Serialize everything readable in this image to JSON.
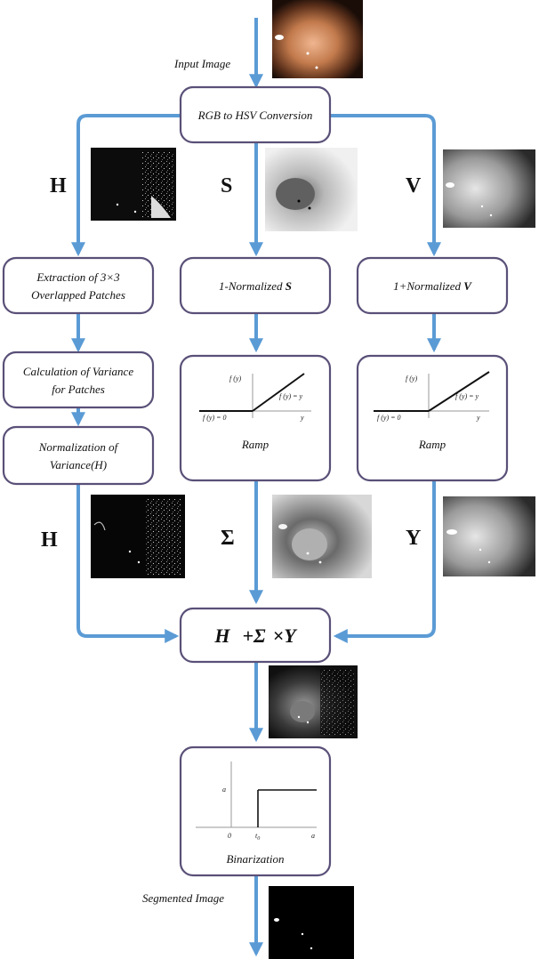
{
  "input_label": "Input Image",
  "rgb_hsv": "RGB to HSV Conversion",
  "channels": {
    "h": "H",
    "s": "S",
    "v": "V"
  },
  "h_branch": {
    "extract_line1": "Extraction of 3×3",
    "extract_line2": "Overlapped Patches",
    "variance_line1": "Calculation of Variance",
    "variance_line2": "for Patches",
    "norm_line1": "Normalization of",
    "norm_line2": "Variance(H)",
    "out": "H"
  },
  "s_branch": {
    "norm_prefix": "1-Normalized ",
    "norm_var": "S",
    "ramp": "Ramp",
    "out": "Σ"
  },
  "v_branch": {
    "norm_prefix": "1+Normalized ",
    "norm_var": "V",
    "ramp": "Ramp",
    "out": "Y"
  },
  "ramp_plot": {
    "fy": "f (y)",
    "fy_zero": "f (y) = 0",
    "fy_y": "f (y) = y",
    "y": "y"
  },
  "combine": {
    "h": "H",
    "plus": "+Σ",
    "times": "×Y"
  },
  "binarization": {
    "label": "Binarization",
    "a": "a",
    "zero": "0",
    "t0": "t",
    "t0_sub": "0",
    "x": "a"
  },
  "output_label": "Segmented Image"
}
